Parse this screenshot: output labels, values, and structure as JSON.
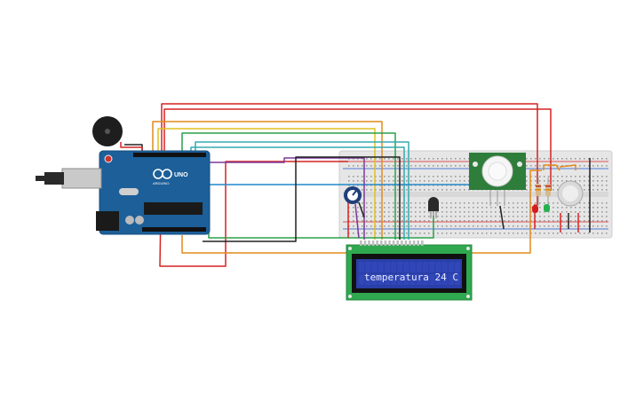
{
  "board": {
    "logo_text": "UNO",
    "brand_text": "ARDUINO"
  },
  "lcd": {
    "display_text": "temperatura 24 C"
  },
  "colors": {
    "board_blue": "#1c5f99",
    "lcd_green": "#2fa84f",
    "lcd_screen": "#2a3fa8",
    "breadboard": "#e6e6e6",
    "pir_green": "#2e7d3a",
    "wire_red": "#d62222",
    "wire_orange": "#e08a1b",
    "wire_yellow": "#e0c020",
    "wire_green": "#2aa04a",
    "wire_blue": "#2288cc",
    "wire_black": "#222222",
    "wire_purple": "#7a3a9a"
  }
}
